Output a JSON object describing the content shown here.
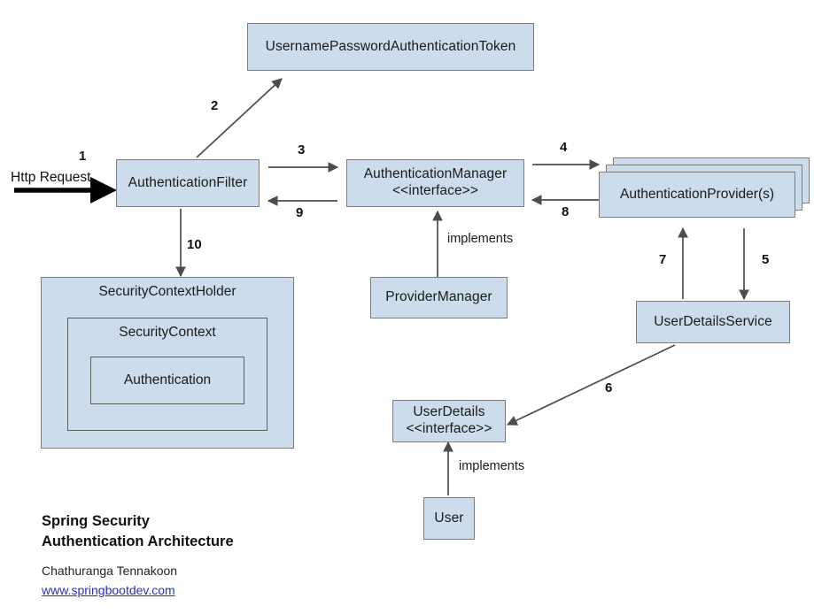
{
  "diagram": {
    "title_line1": "Spring Security",
    "title_line2": "Authentication Architecture",
    "author": "Chathuranga Tennakoon",
    "website": "www.springbootdev.com",
    "colors": {
      "node_fill": "#ccdcec",
      "node_border": "#7d7d7d",
      "edge": "#4d4d4d",
      "link": "#2330c8",
      "background": "#ffffff"
    },
    "nodes": {
      "token": {
        "label": "UsernamePasswordAuthenticationToken"
      },
      "auth_filter": {
        "label": "AuthenticationFilter"
      },
      "auth_manager": {
        "label": "AuthenticationManager",
        "sub": "<<interface>>"
      },
      "auth_provider": {
        "label": "AuthenticationProvider(s)",
        "stack_layers": 3
      },
      "provider_manager": {
        "label": "ProviderManager"
      },
      "user_details_service": {
        "label": "UserDetailsService"
      },
      "user_details": {
        "label": "UserDetails",
        "sub": "<<interface>>"
      },
      "user": {
        "label": "User"
      },
      "security_context_holder": {
        "label": "SecurityContextHolder"
      },
      "security_context": {
        "label": "SecurityContext"
      },
      "authentication": {
        "label": "Authentication"
      }
    },
    "entry": {
      "label": "Http Request",
      "step": "1"
    },
    "edges": [
      {
        "id": "e1",
        "step": "1",
        "from": "http-request",
        "to": "auth_filter"
      },
      {
        "id": "e2",
        "step": "2",
        "from": "auth_filter",
        "to": "token"
      },
      {
        "id": "e3",
        "step": "3",
        "from": "auth_filter",
        "to": "auth_manager"
      },
      {
        "id": "e4",
        "step": "4",
        "from": "auth_manager",
        "to": "auth_provider"
      },
      {
        "id": "e5",
        "step": "5",
        "from": "auth_provider",
        "to": "user_details_service"
      },
      {
        "id": "e6",
        "step": "6",
        "from": "user_details_service",
        "to": "user_details"
      },
      {
        "id": "e7",
        "step": "7",
        "from": "user_details_service",
        "to": "auth_provider"
      },
      {
        "id": "e8",
        "step": "8",
        "from": "auth_provider",
        "to": "auth_manager"
      },
      {
        "id": "e9",
        "step": "9",
        "from": "auth_manager",
        "to": "auth_filter"
      },
      {
        "id": "e10",
        "step": "10",
        "from": "auth_filter",
        "to": "security_context_holder"
      },
      {
        "id": "i1",
        "step": "implements",
        "from": "provider_manager",
        "to": "auth_manager"
      },
      {
        "id": "i2",
        "step": "implements",
        "from": "user",
        "to": "user_details"
      }
    ]
  }
}
